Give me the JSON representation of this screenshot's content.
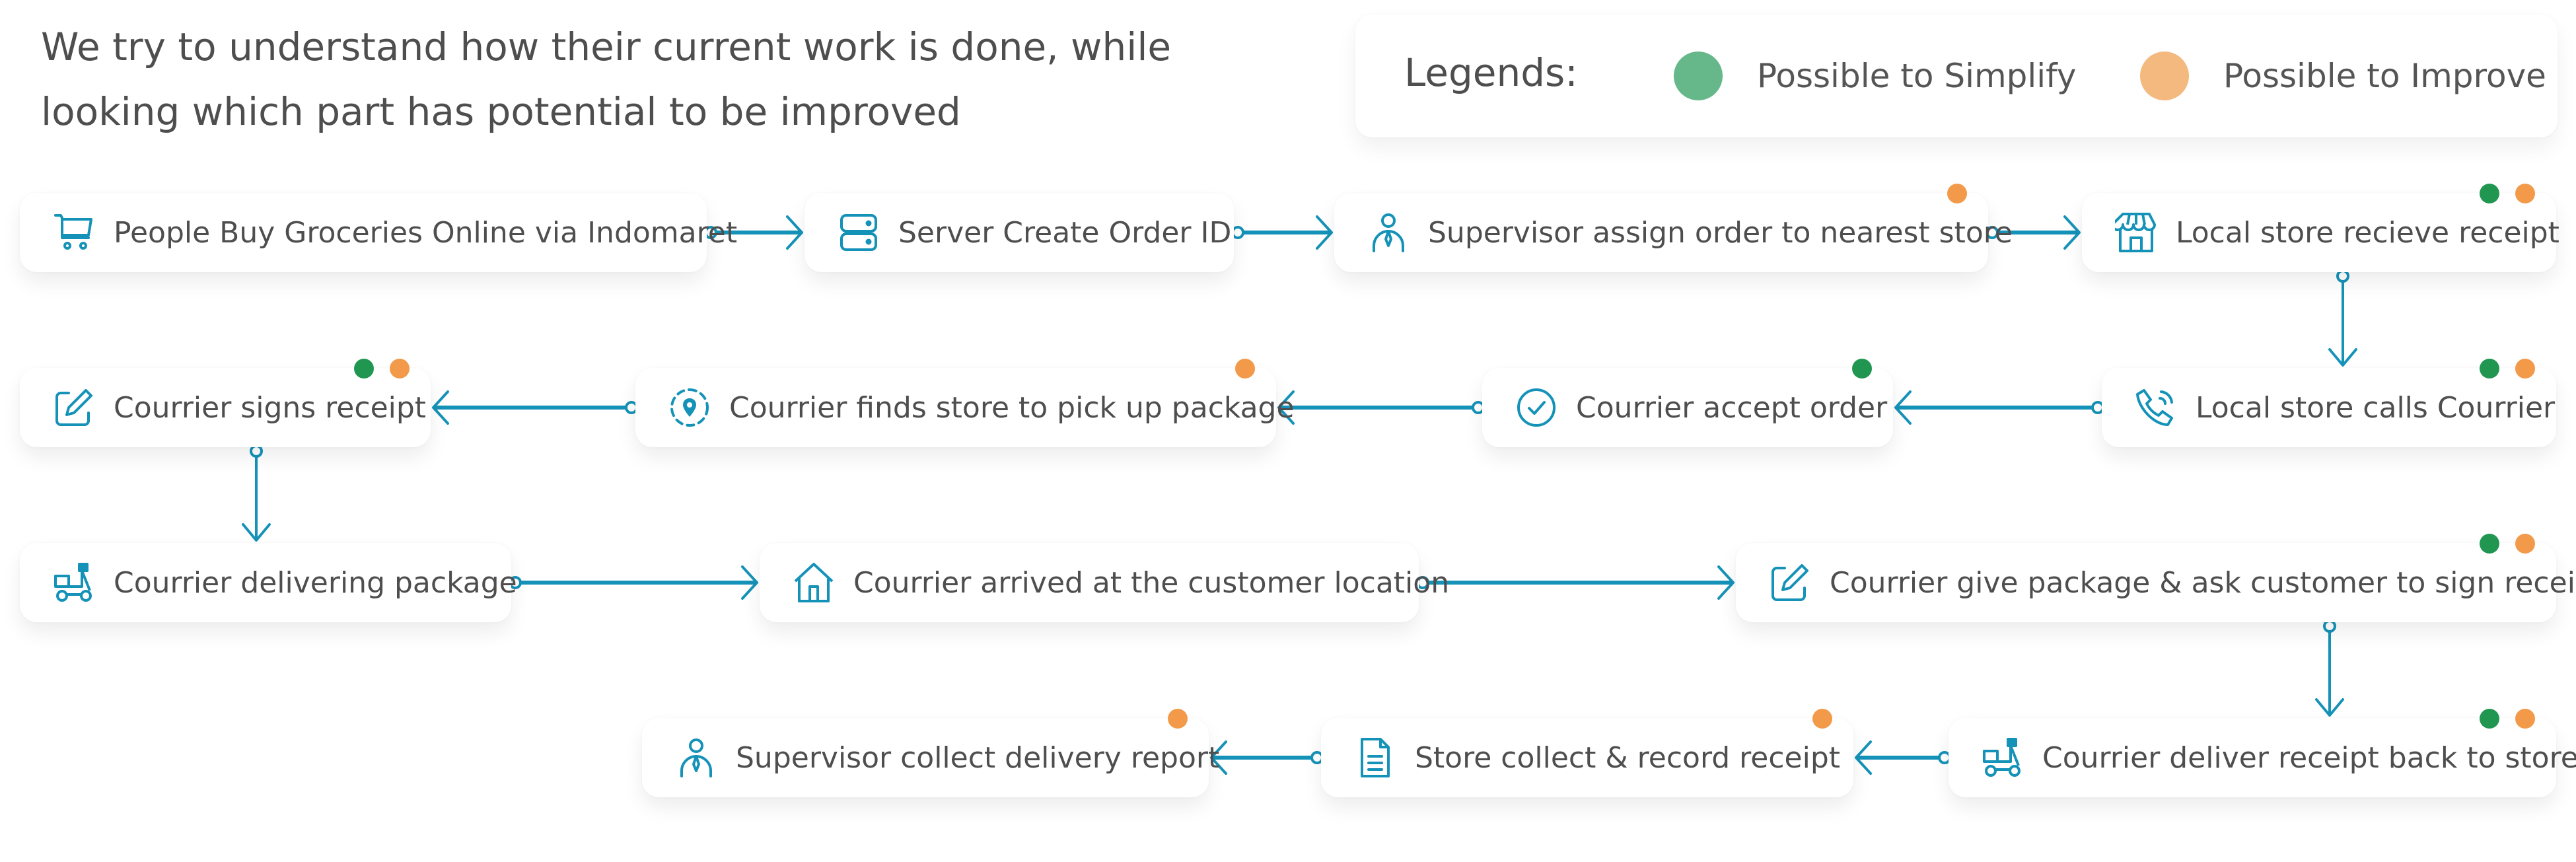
{
  "intro": {
    "line1": "We try to understand how their current work is done, while",
    "line2": "looking which part has potential to be improved"
  },
  "legend": {
    "title": "Legends:",
    "items": [
      {
        "label": "Possible to Simplify",
        "color": "#66b88a"
      },
      {
        "label": "Possible to Improve",
        "color": "#f4b97f"
      }
    ]
  },
  "colors": {
    "accent": "#1592b8",
    "simplify_tag": "#209650",
    "improve_tag": "#f29a4a"
  },
  "steps": [
    {
      "label": "People Buy Groceries Online via Indomaret",
      "icon": "cart-icon",
      "tags": []
    },
    {
      "label": "Server Create Order ID",
      "icon": "server-icon",
      "tags": []
    },
    {
      "label": "Supervisor assign order to nearest store",
      "icon": "supervisor-icon",
      "tags": [
        "improve"
      ]
    },
    {
      "label": "Local store recieve receipt",
      "icon": "store-icon",
      "tags": [
        "simplify",
        "improve"
      ]
    },
    {
      "label": "Local store calls Courrier",
      "icon": "phone-call-icon",
      "tags": [
        "simplify",
        "improve"
      ]
    },
    {
      "label": "Courrier accept order",
      "icon": "check-circle-icon",
      "tags": [
        "simplify"
      ]
    },
    {
      "label": "Courrier finds store to pick up package",
      "icon": "location-search-icon",
      "tags": [
        "improve"
      ]
    },
    {
      "label": "Courrier signs receipt",
      "icon": "edit-icon",
      "tags": [
        "simplify",
        "improve"
      ]
    },
    {
      "label": "Courrier delivering package",
      "icon": "scooter-icon",
      "tags": []
    },
    {
      "label": "Courrier arrived at the customer location",
      "icon": "home-icon",
      "tags": []
    },
    {
      "label": "Courrier give package & ask customer to sign receipt",
      "icon": "edit-icon",
      "tags": [
        "simplify",
        "improve"
      ]
    },
    {
      "label": "Courrier deliver receipt back to store",
      "icon": "scooter-icon",
      "tags": [
        "simplify",
        "improve"
      ]
    },
    {
      "label": "Store collect & record receipt",
      "icon": "document-icon",
      "tags": [
        "improve"
      ]
    },
    {
      "label": "Supervisor collect delivery report",
      "icon": "supervisor-icon",
      "tags": [
        "improve"
      ]
    }
  ]
}
